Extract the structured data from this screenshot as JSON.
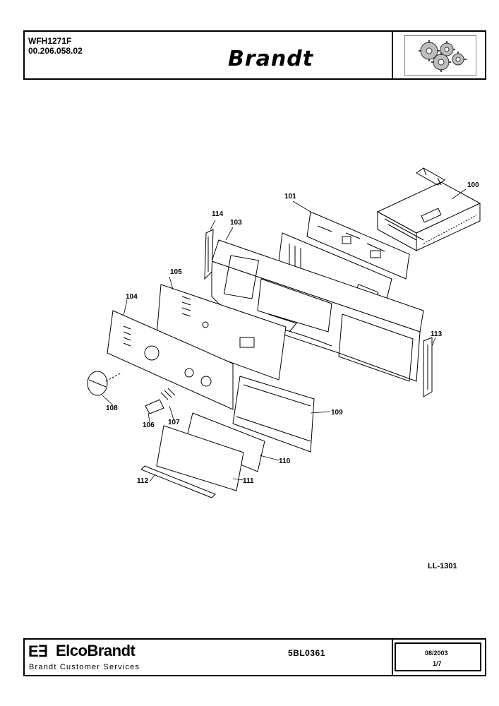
{
  "header": {
    "model": "WFH1271F",
    "part_number": "00.206.058.02",
    "brand": "Brandt"
  },
  "diagram": {
    "callouts": [
      "100",
      "101",
      "103",
      "104",
      "105",
      "106",
      "107",
      "108",
      "109",
      "110",
      "111",
      "112",
      "113",
      "114"
    ],
    "code": "LL-1301"
  },
  "footer": {
    "company_mark": "E∃",
    "company": "ElcoBrandt",
    "subtitle": "Brandt Customer Services",
    "doc_ref": "5BL0361",
    "date": "08/2003",
    "page": "1/7"
  }
}
